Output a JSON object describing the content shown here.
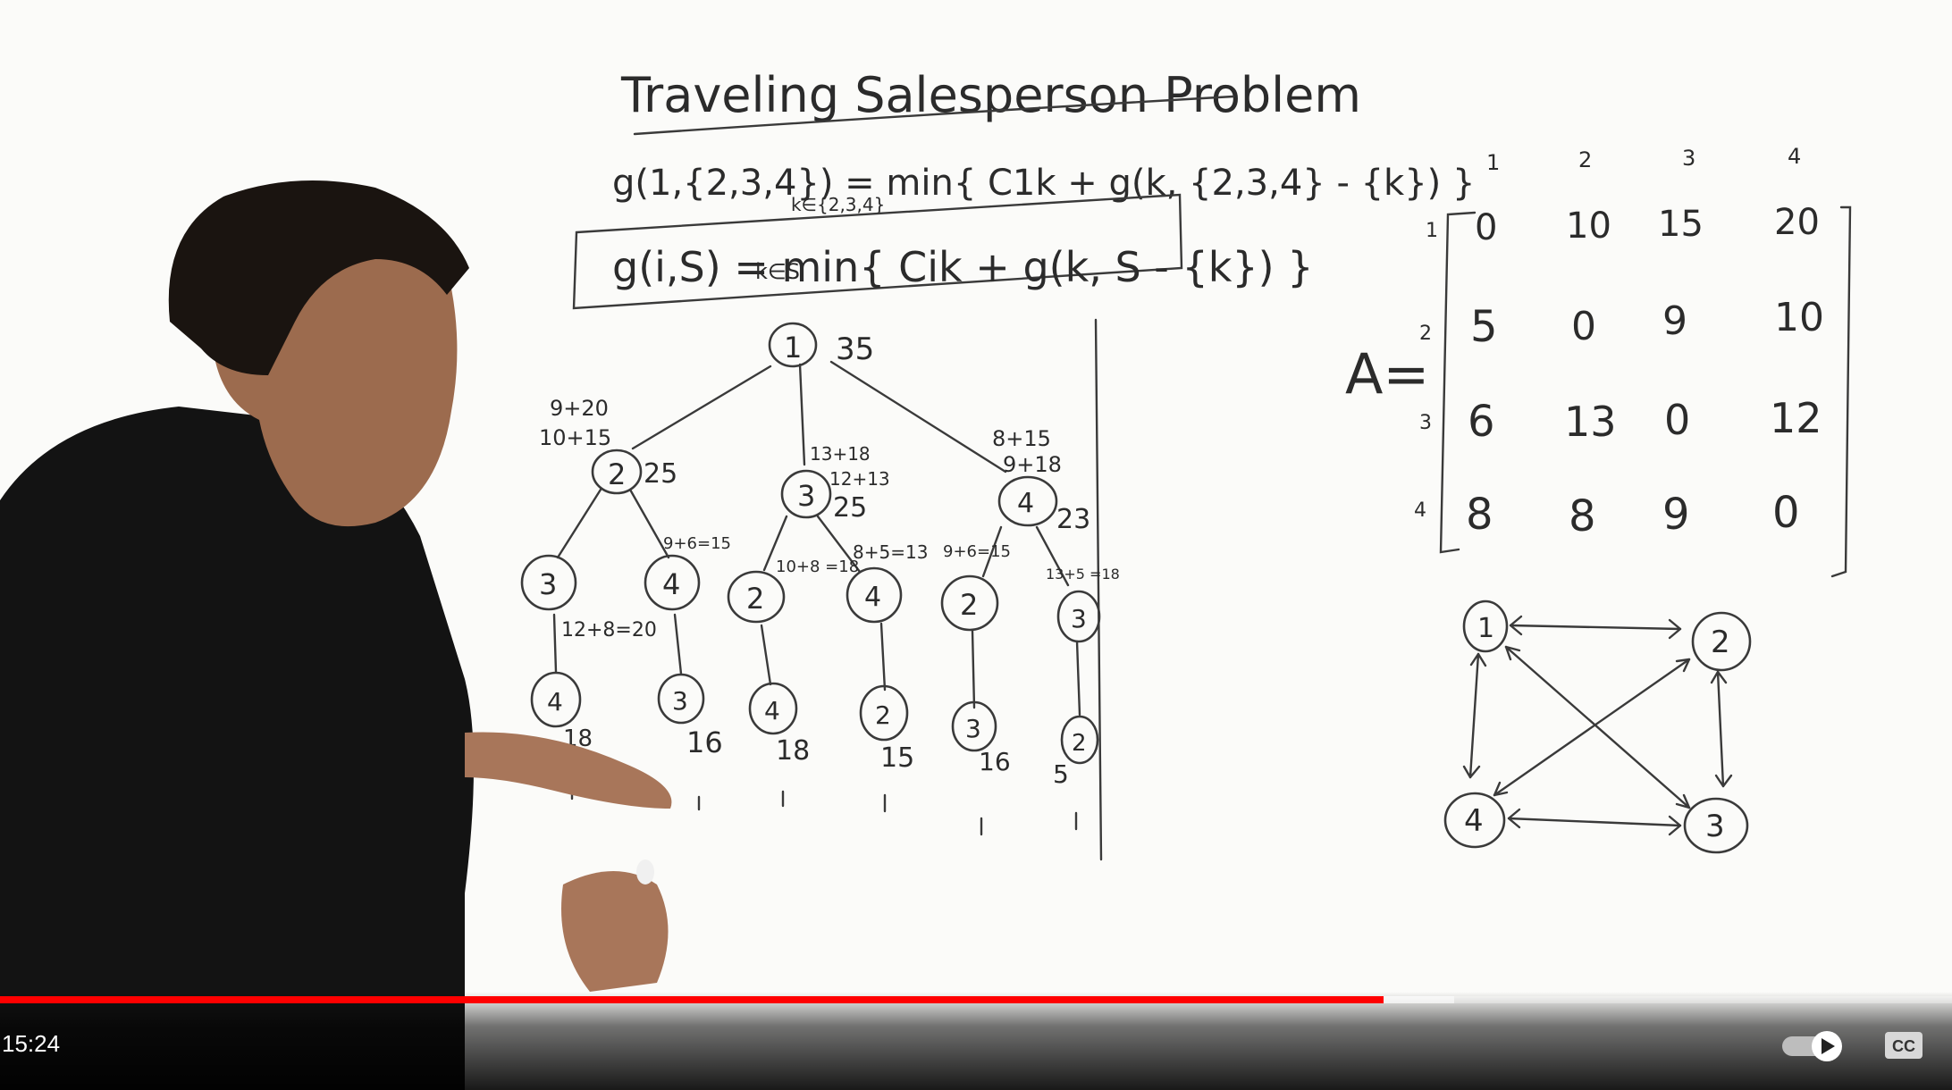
{
  "board": {
    "title": "Traveling Salesperson Problem",
    "formula_top": "g(1,{2,3,4}) = min{ C1k + g(k, {2,3,4} - {k}) }",
    "formula_top_sub": "k∈{2,3,4}",
    "formula_box": "g(i,S) = min{ Cik + g(k, S - {k}) }",
    "formula_box_sub": "k∈S",
    "matrix": {
      "name": "A=",
      "col_headers": [
        "1",
        "2",
        "3",
        "4"
      ],
      "row_headers": [
        "1",
        "2",
        "3",
        "4"
      ],
      "rows": [
        [
          "0",
          "10",
          "15",
          "20"
        ],
        [
          "5",
          "0",
          "9",
          "10"
        ],
        [
          "6",
          "13",
          "0",
          "12"
        ],
        [
          "8",
          "8",
          "9",
          "0"
        ]
      ]
    },
    "graph_nodes": [
      "1",
      "2",
      "3",
      "4"
    ],
    "tree": {
      "root": "1",
      "root_cost": "35",
      "level1": [
        {
          "node": "2",
          "cost": "25",
          "calc": [
            "9+20",
            "10+15"
          ]
        },
        {
          "node": "3",
          "cost": "25",
          "calc": [
            "13+18",
            "12+13"
          ]
        },
        {
          "node": "4",
          "cost": "23",
          "calc": [
            "8+15",
            "9+18"
          ]
        }
      ],
      "level2": [
        {
          "node": "3",
          "calc": "12+8=20"
        },
        {
          "node": "4",
          "calc": "9+6=15"
        },
        {
          "node": "2",
          "calc": "10+8 =18"
        },
        {
          "node": "4",
          "calc": "8+5=13"
        },
        {
          "node": "2",
          "calc": "9+6=15"
        },
        {
          "node": "3",
          "calc": "13+5 =18"
        }
      ],
      "level3": [
        {
          "node": "4",
          "cost": "18"
        },
        {
          "node": "3",
          "cost": "16"
        },
        {
          "node": "4",
          "cost": "18"
        },
        {
          "node": "2",
          "cost": "15"
        },
        {
          "node": "3",
          "cost": "16"
        },
        {
          "node": "2",
          "cost": "5"
        }
      ],
      "leaves": [
        "1",
        "1",
        "1",
        "1",
        "1",
        "1"
      ]
    }
  },
  "player": {
    "time": "15:24",
    "progress_played": 0.709,
    "progress_buffered": 0.745,
    "accent": "#ff0000",
    "autoplay_icon": "autoplay-toggle-icon",
    "cc_icon": "closed-captions-icon",
    "cc_label": "CC"
  }
}
